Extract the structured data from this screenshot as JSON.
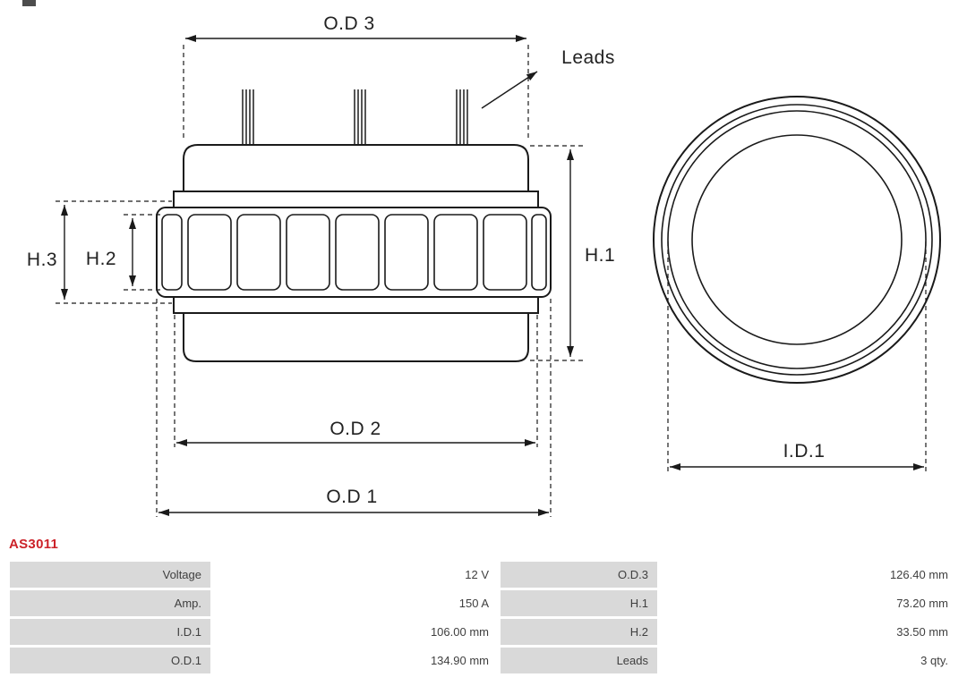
{
  "part_number": "AS3011",
  "diagram": {
    "od3_label": "O.D 3",
    "leads_label": "Leads",
    "h1_label": "H.1",
    "h2_label": "H.2",
    "h3_label": "H.3",
    "od2_label": "O.D 2",
    "od1_label": "O.D 1",
    "id1_label": "I.D.1"
  },
  "colors": {
    "accent_red": "#cc2229",
    "table_label_bg": "#d9d9d9",
    "line_color": "#1a1a1a"
  },
  "table": {
    "rows": [
      {
        "l1": "Voltage",
        "v1": "12 V",
        "l2": "O.D.3",
        "v2": "126.40 mm"
      },
      {
        "l1": "Amp.",
        "v1": "150 A",
        "l2": "H.1",
        "v2": "73.20 mm"
      },
      {
        "l1": "I.D.1",
        "v1": "106.00 mm",
        "l2": "H.2",
        "v2": "33.50 mm"
      },
      {
        "l1": "O.D.1",
        "v1": "134.90 mm",
        "l2": "Leads",
        "v2": "3 qty."
      }
    ]
  }
}
